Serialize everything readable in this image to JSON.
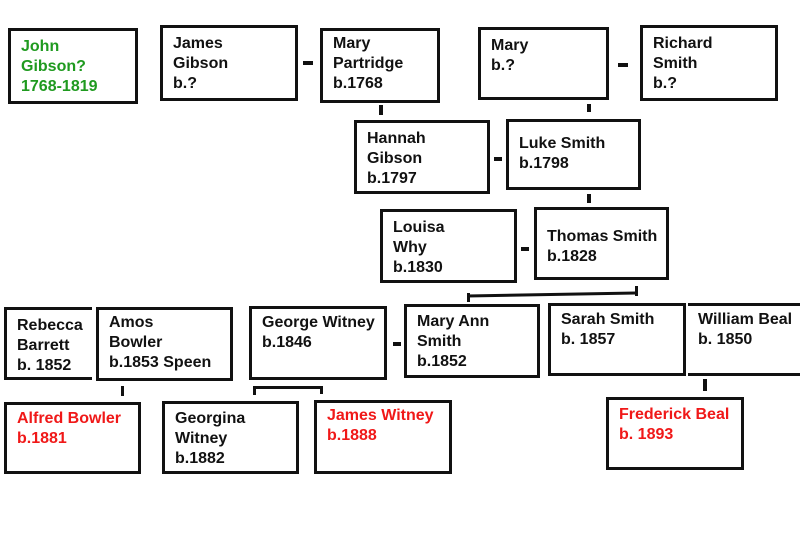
{
  "colors": {
    "default": "#111111",
    "highlight_green": "#1f9a1f",
    "highlight_red": "#f01818"
  },
  "people": {
    "john_gibson": [
      "John",
      "Gibson?",
      "1768-1819"
    ],
    "james_gibson": [
      "James",
      "Gibson",
      "b.?"
    ],
    "mary_partridge": [
      "Mary",
      "Partridge",
      "b.1768"
    ],
    "mary": [
      "Mary",
      "b.?"
    ],
    "richard_smith": [
      "Richard",
      "Smith",
      "b.?"
    ],
    "hannah_gibson": [
      "Hannah",
      "Gibson",
      "b.1797"
    ],
    "luke_smith": [
      "Luke Smith",
      "b.1798"
    ],
    "louisa_why": [
      "Louisa",
      "Why",
      "b.1830"
    ],
    "thomas_smith": [
      "Thomas Smith",
      "b.1828"
    ],
    "rebecca_barrett": [
      "Rebecca",
      "Barrett",
      "b. 1852"
    ],
    "amos_bowler": [
      "Amos",
      "Bowler",
      "b.1853 Speen"
    ],
    "george_witney": [
      "George Witney",
      "b.1846"
    ],
    "mary_ann_smith": [
      "Mary Ann",
      "Smith",
      "b.1852"
    ],
    "sarah_smith": [
      "Sarah Smith",
      "b. 1857"
    ],
    "william_beal": [
      "William Beal",
      "b. 1850"
    ],
    "alfred_bowler": [
      "Alfred Bowler",
      "b.1881"
    ],
    "georgina_witney": [
      "Georgina",
      "Witney",
      "b.1882"
    ],
    "james_witney": [
      "James Witney",
      "b.1888"
    ],
    "frederick_beal": [
      "Frederick Beal",
      "b. 1893"
    ]
  }
}
